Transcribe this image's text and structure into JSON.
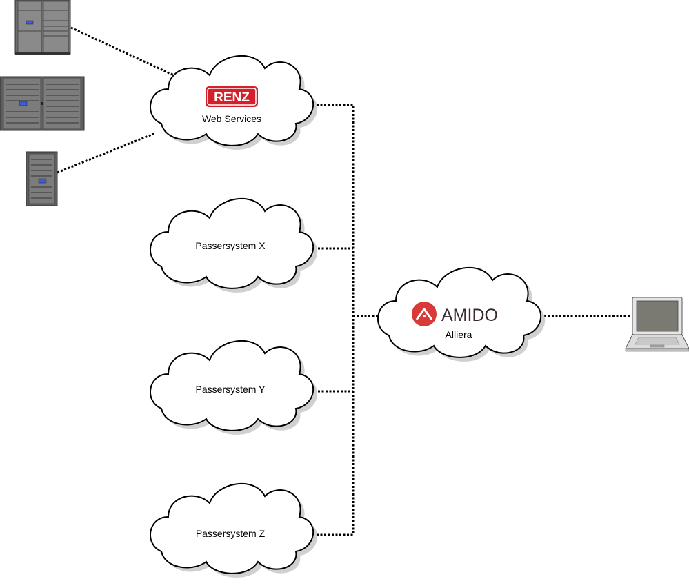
{
  "renz_cloud": {
    "logo_text": "RENZ",
    "label": "Web Services",
    "logo_color": "#d4202b"
  },
  "passer_clouds": [
    {
      "label": "Passersystem X"
    },
    {
      "label": "Passersystem Y"
    },
    {
      "label": "Passersystem Z"
    }
  ],
  "amido_cloud": {
    "logo_text": "AMIDO",
    "label": "Alliera",
    "logo_color": "#d73a37"
  },
  "devices": [
    {
      "icon": "server-cabinet-icon"
    },
    {
      "icon": "server-rack-icon"
    },
    {
      "icon": "tower-server-icon"
    },
    {
      "icon": "laptop-icon"
    }
  ]
}
